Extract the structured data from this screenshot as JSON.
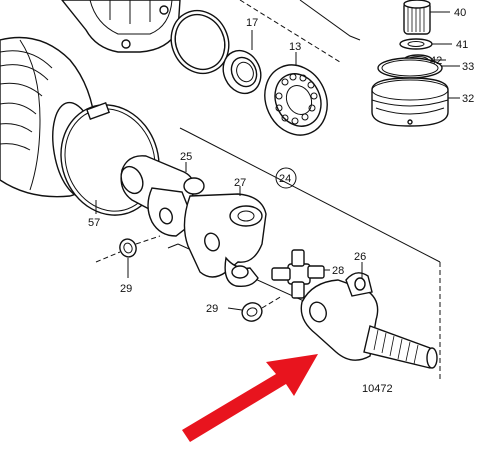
{
  "diagram": {
    "drawing_number": "10472",
    "group_label": "24",
    "arrow_color": "#e8141e",
    "part_labels": [
      {
        "id": "p40",
        "text": "40"
      },
      {
        "id": "p41",
        "text": "41"
      },
      {
        "id": "p42",
        "text": "42"
      },
      {
        "id": "p33",
        "text": "33"
      },
      {
        "id": "p32",
        "text": "32"
      },
      {
        "id": "p17",
        "text": "17"
      },
      {
        "id": "p13",
        "text": "13"
      },
      {
        "id": "p25",
        "text": "25"
      },
      {
        "id": "p27",
        "text": "27"
      },
      {
        "id": "p57",
        "text": "57"
      },
      {
        "id": "p29a",
        "text": "29"
      },
      {
        "id": "p29b",
        "text": "29"
      },
      {
        "id": "p28",
        "text": "28"
      },
      {
        "id": "p26",
        "text": "26"
      }
    ]
  }
}
